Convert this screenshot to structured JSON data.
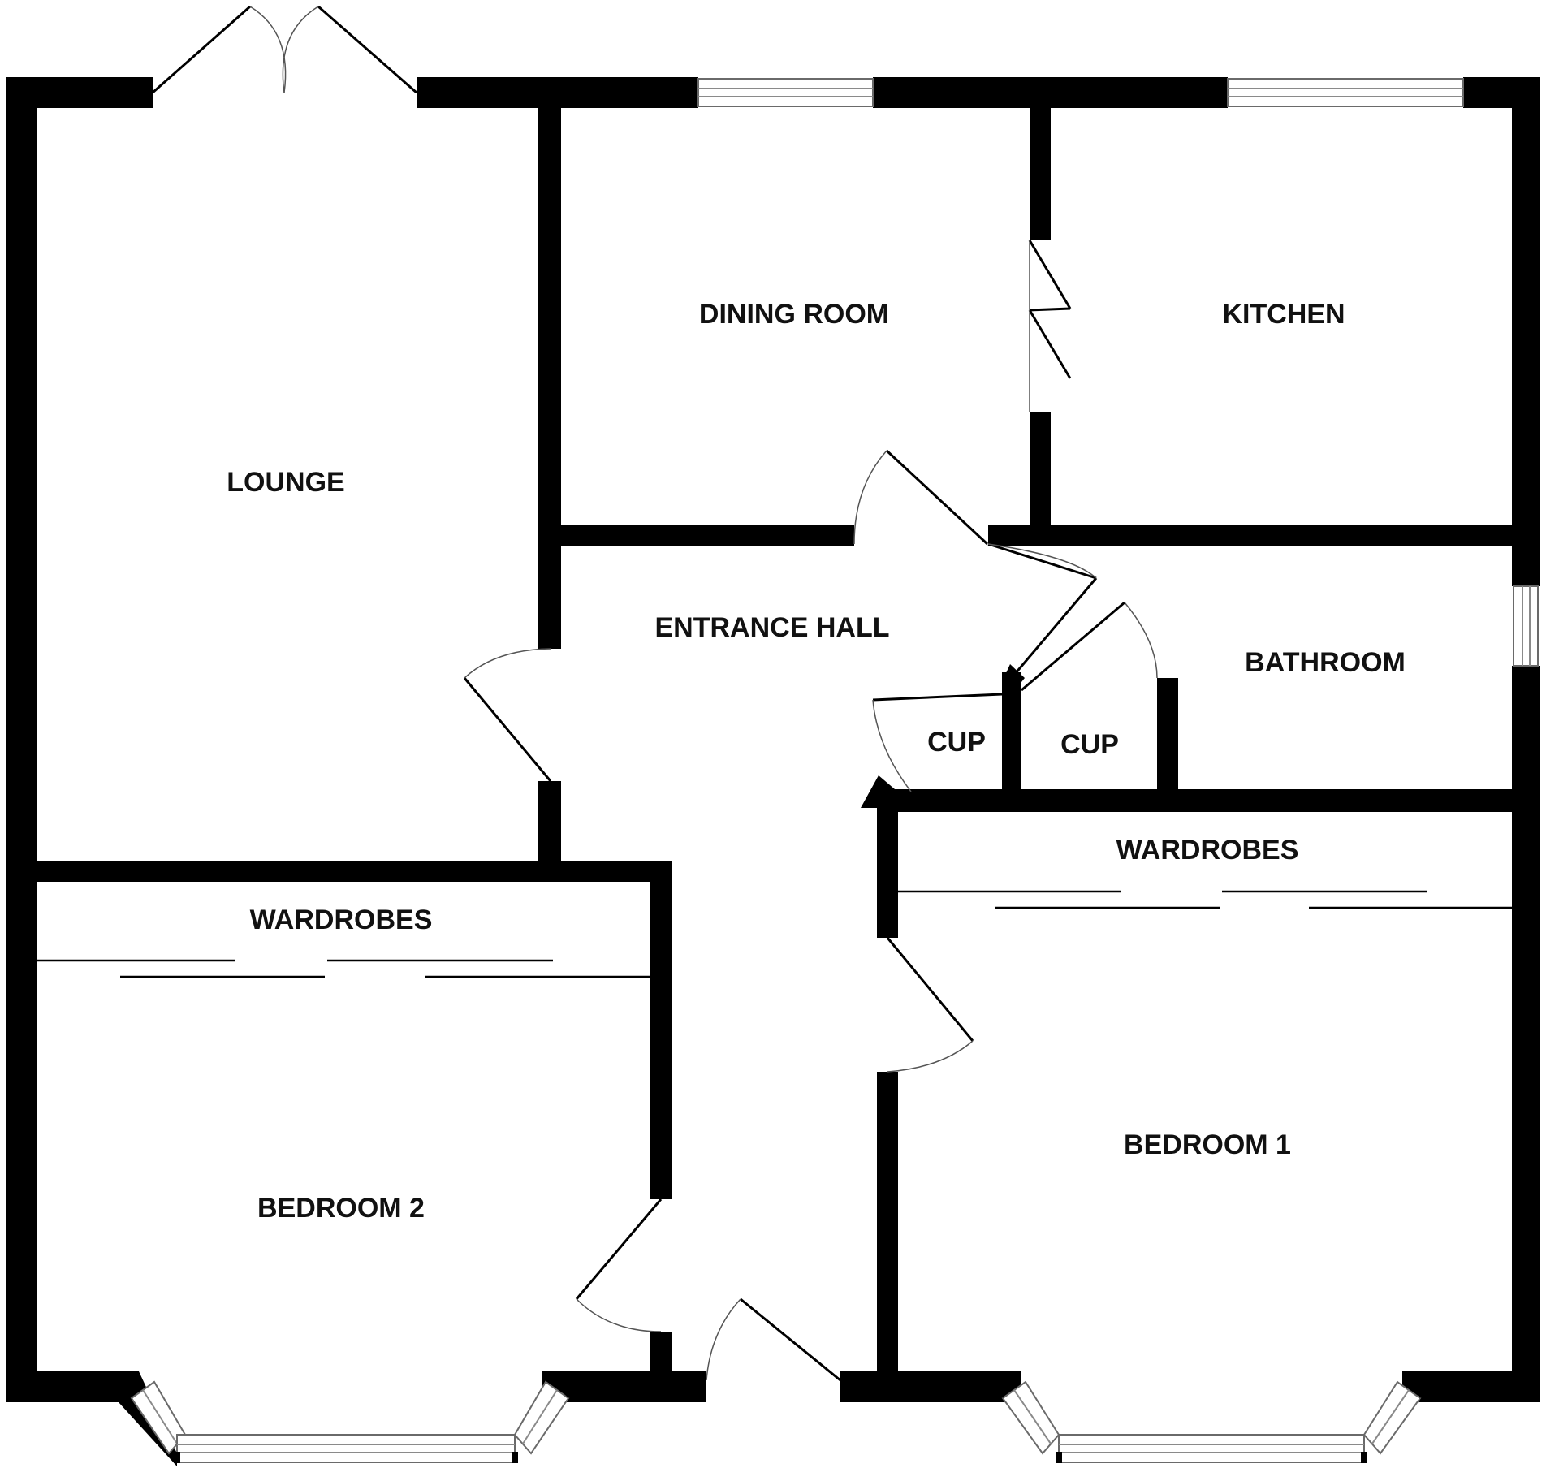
{
  "plan": {
    "rooms": {
      "lounge": "LOUNGE",
      "dining_room": "DINING ROOM",
      "kitchen": "KITCHEN",
      "entrance_hall": "ENTRANCE HALL",
      "bathroom": "BATHROOM",
      "cupboard_1": "CUP",
      "cupboard_2": "CUP",
      "wardrobes_bedroom_1": "WARDROBES",
      "wardrobes_bedroom_2": "WARDROBES",
      "bedroom_1": "BEDROOM 1",
      "bedroom_2": "BEDROOM 2"
    }
  }
}
